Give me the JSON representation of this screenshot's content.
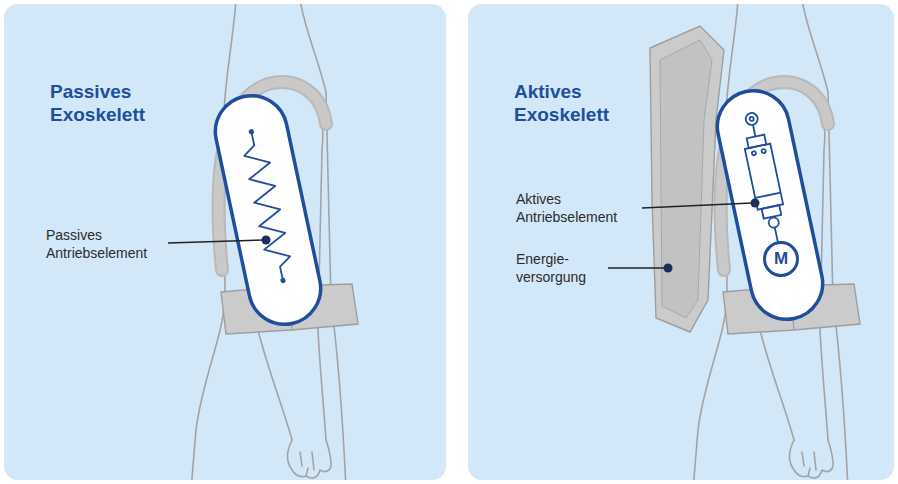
{
  "diagram": {
    "nodes": [
      {
        "text": [
          "Passives Exoskelett"
        ]
      },
      {
        "text": [
          "Aktives Exoskelett"
        ]
      },
      {
        "text": [
          "M"
        ],
        "in": 1
      }
    ],
    "labels": [
      "Passives Antriebselement",
      "Aktives Antriebselement",
      "Energie- versorgung"
    ]
  }
}
